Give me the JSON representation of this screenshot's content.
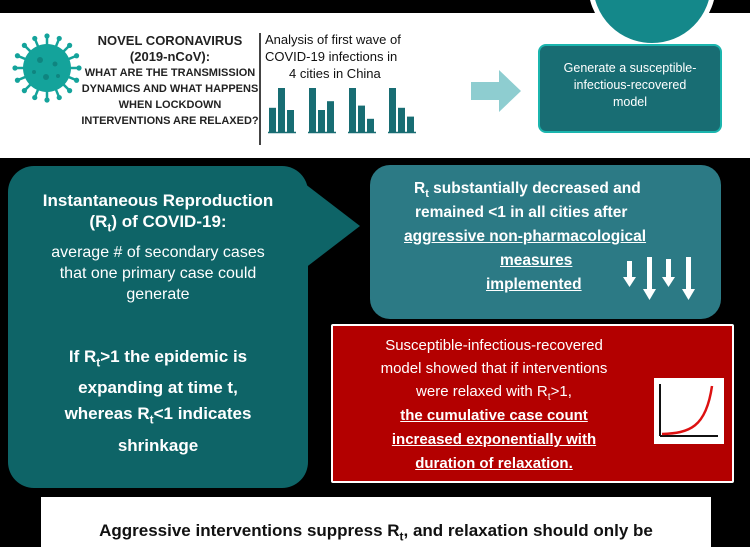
{
  "header": {
    "novel": {
      "line1": "NOVEL CORONAVIRUS",
      "line2": "(2019-nCoV):",
      "questions": [
        "WHAT ARE THE TRANSMISSION",
        "DYNAMICS AND WHAT HAPPENS",
        "WHEN LOCKDOWN",
        "INTERVENTIONS ARE RELAXED?"
      ]
    },
    "analysis": [
      "Analysis of first wave of",
      "COVID-19 infections in",
      "4 cities in China"
    ],
    "generate": [
      "Generate a susceptible-",
      "infectious-recovered",
      "model"
    ]
  },
  "cities_chart": {
    "groups": [
      {
        "values": [
          0.55,
          1.0,
          0.5
        ]
      },
      {
        "values": [
          1.0,
          0.5,
          0.7
        ]
      },
      {
        "values": [
          1.0,
          0.6,
          0.3
        ]
      },
      {
        "values": [
          1.0,
          0.55,
          0.35
        ]
      }
    ]
  },
  "instantaneous": {
    "title_a": "Instantaneous Reproduction",
    "title_b_open": "(R",
    "title_b_sub": "t",
    "title_b_rest": ") of COVID-19:",
    "desc": [
      "average # of secondary cases",
      "that one primary case could",
      "generate"
    ],
    "if_a": "If R",
    "if_sub": "t",
    "if_b": ">1 the epidemic is",
    "if_lines": [
      "expanding at time t,"
    ],
    "whereas_a": "whereas R",
    "whereas_sub": "t",
    "whereas_b": "<1 indicates",
    "shrink": "shrinkage"
  },
  "rt_result": {
    "l1_a": "R",
    "l1_sub": "t",
    "l1_b": " substantially decreased and",
    "l2": "remained <1  in all cities after",
    "l3": "aggressive non-pharmacological",
    "l4": "measures",
    "l5": "implemented"
  },
  "sir_result": {
    "l1": "Susceptible-infectious-recovered",
    "l2": "model showed that if interventions",
    "l3_a": "were relaxed with R",
    "l3_sub": "t",
    "l3_b": ">1,",
    "l4": "the cumulative case count",
    "l5": "increased exponentially with",
    "l6": "duration of relaxation."
  },
  "bottom": {
    "a": "Aggressive interventions suppress R",
    "sub": "t",
    "b": ", and relaxation should only be"
  },
  "colors": {
    "teal_dark": "#0e6467",
    "teal_box": "#186d73",
    "teal_light": "#2c7a85",
    "red": "#b30000",
    "accent": "#1bb5ae"
  }
}
